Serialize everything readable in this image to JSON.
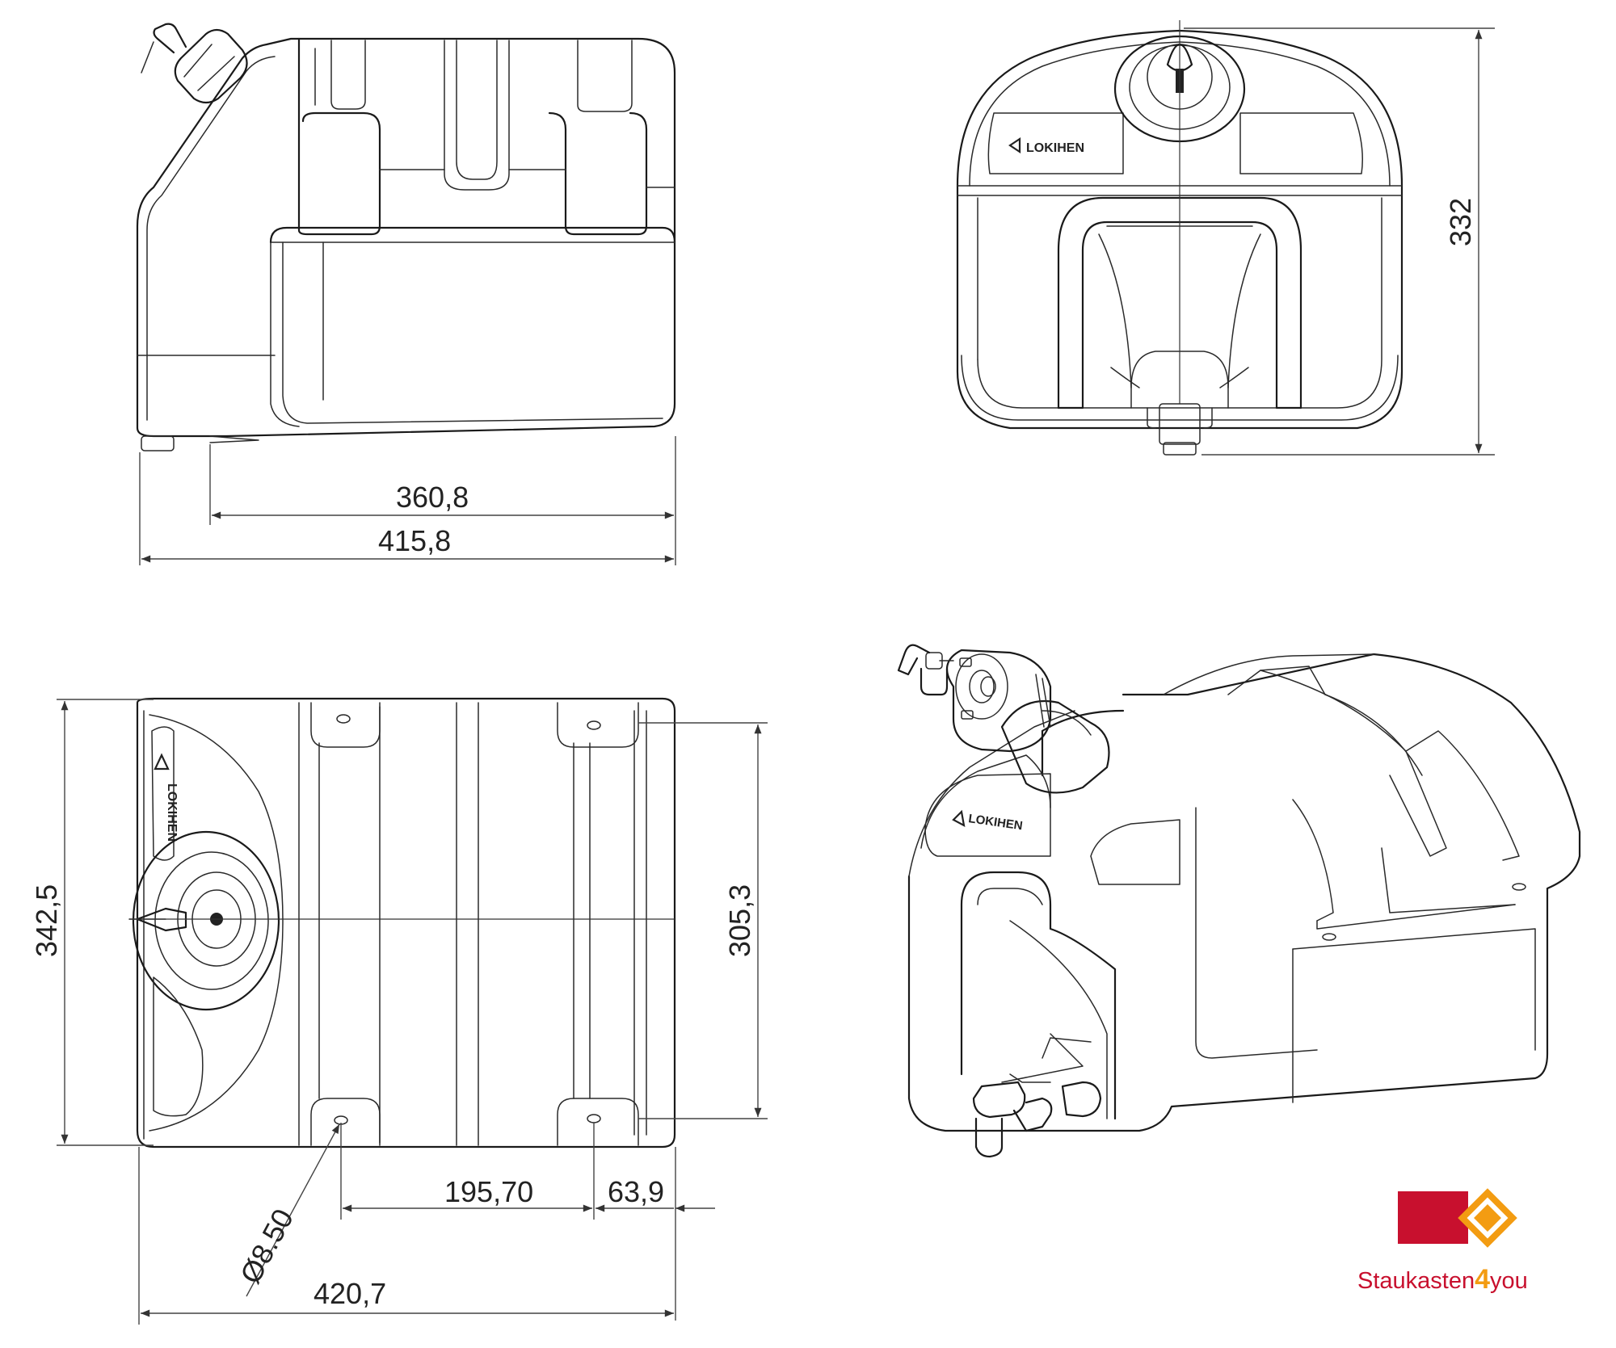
{
  "dimensions": {
    "side_inner_length": "360,8",
    "side_total_length": "415,8",
    "front_height": "332",
    "top_depth_total": "342,5",
    "top_depth_inner": "305,3",
    "hole_spacing": "195,70",
    "hole_edge_offset": "63,9",
    "hole_diameter": "Ø8.50",
    "top_total_length": "420,7"
  },
  "product": {
    "brand_label": "LOKIHEN"
  },
  "logo": {
    "name_part1": "Staukasten",
    "name_part2": "4",
    "name_part3": "you",
    "colors": {
      "red": "#c8102e",
      "orange": "#f39c12"
    }
  }
}
